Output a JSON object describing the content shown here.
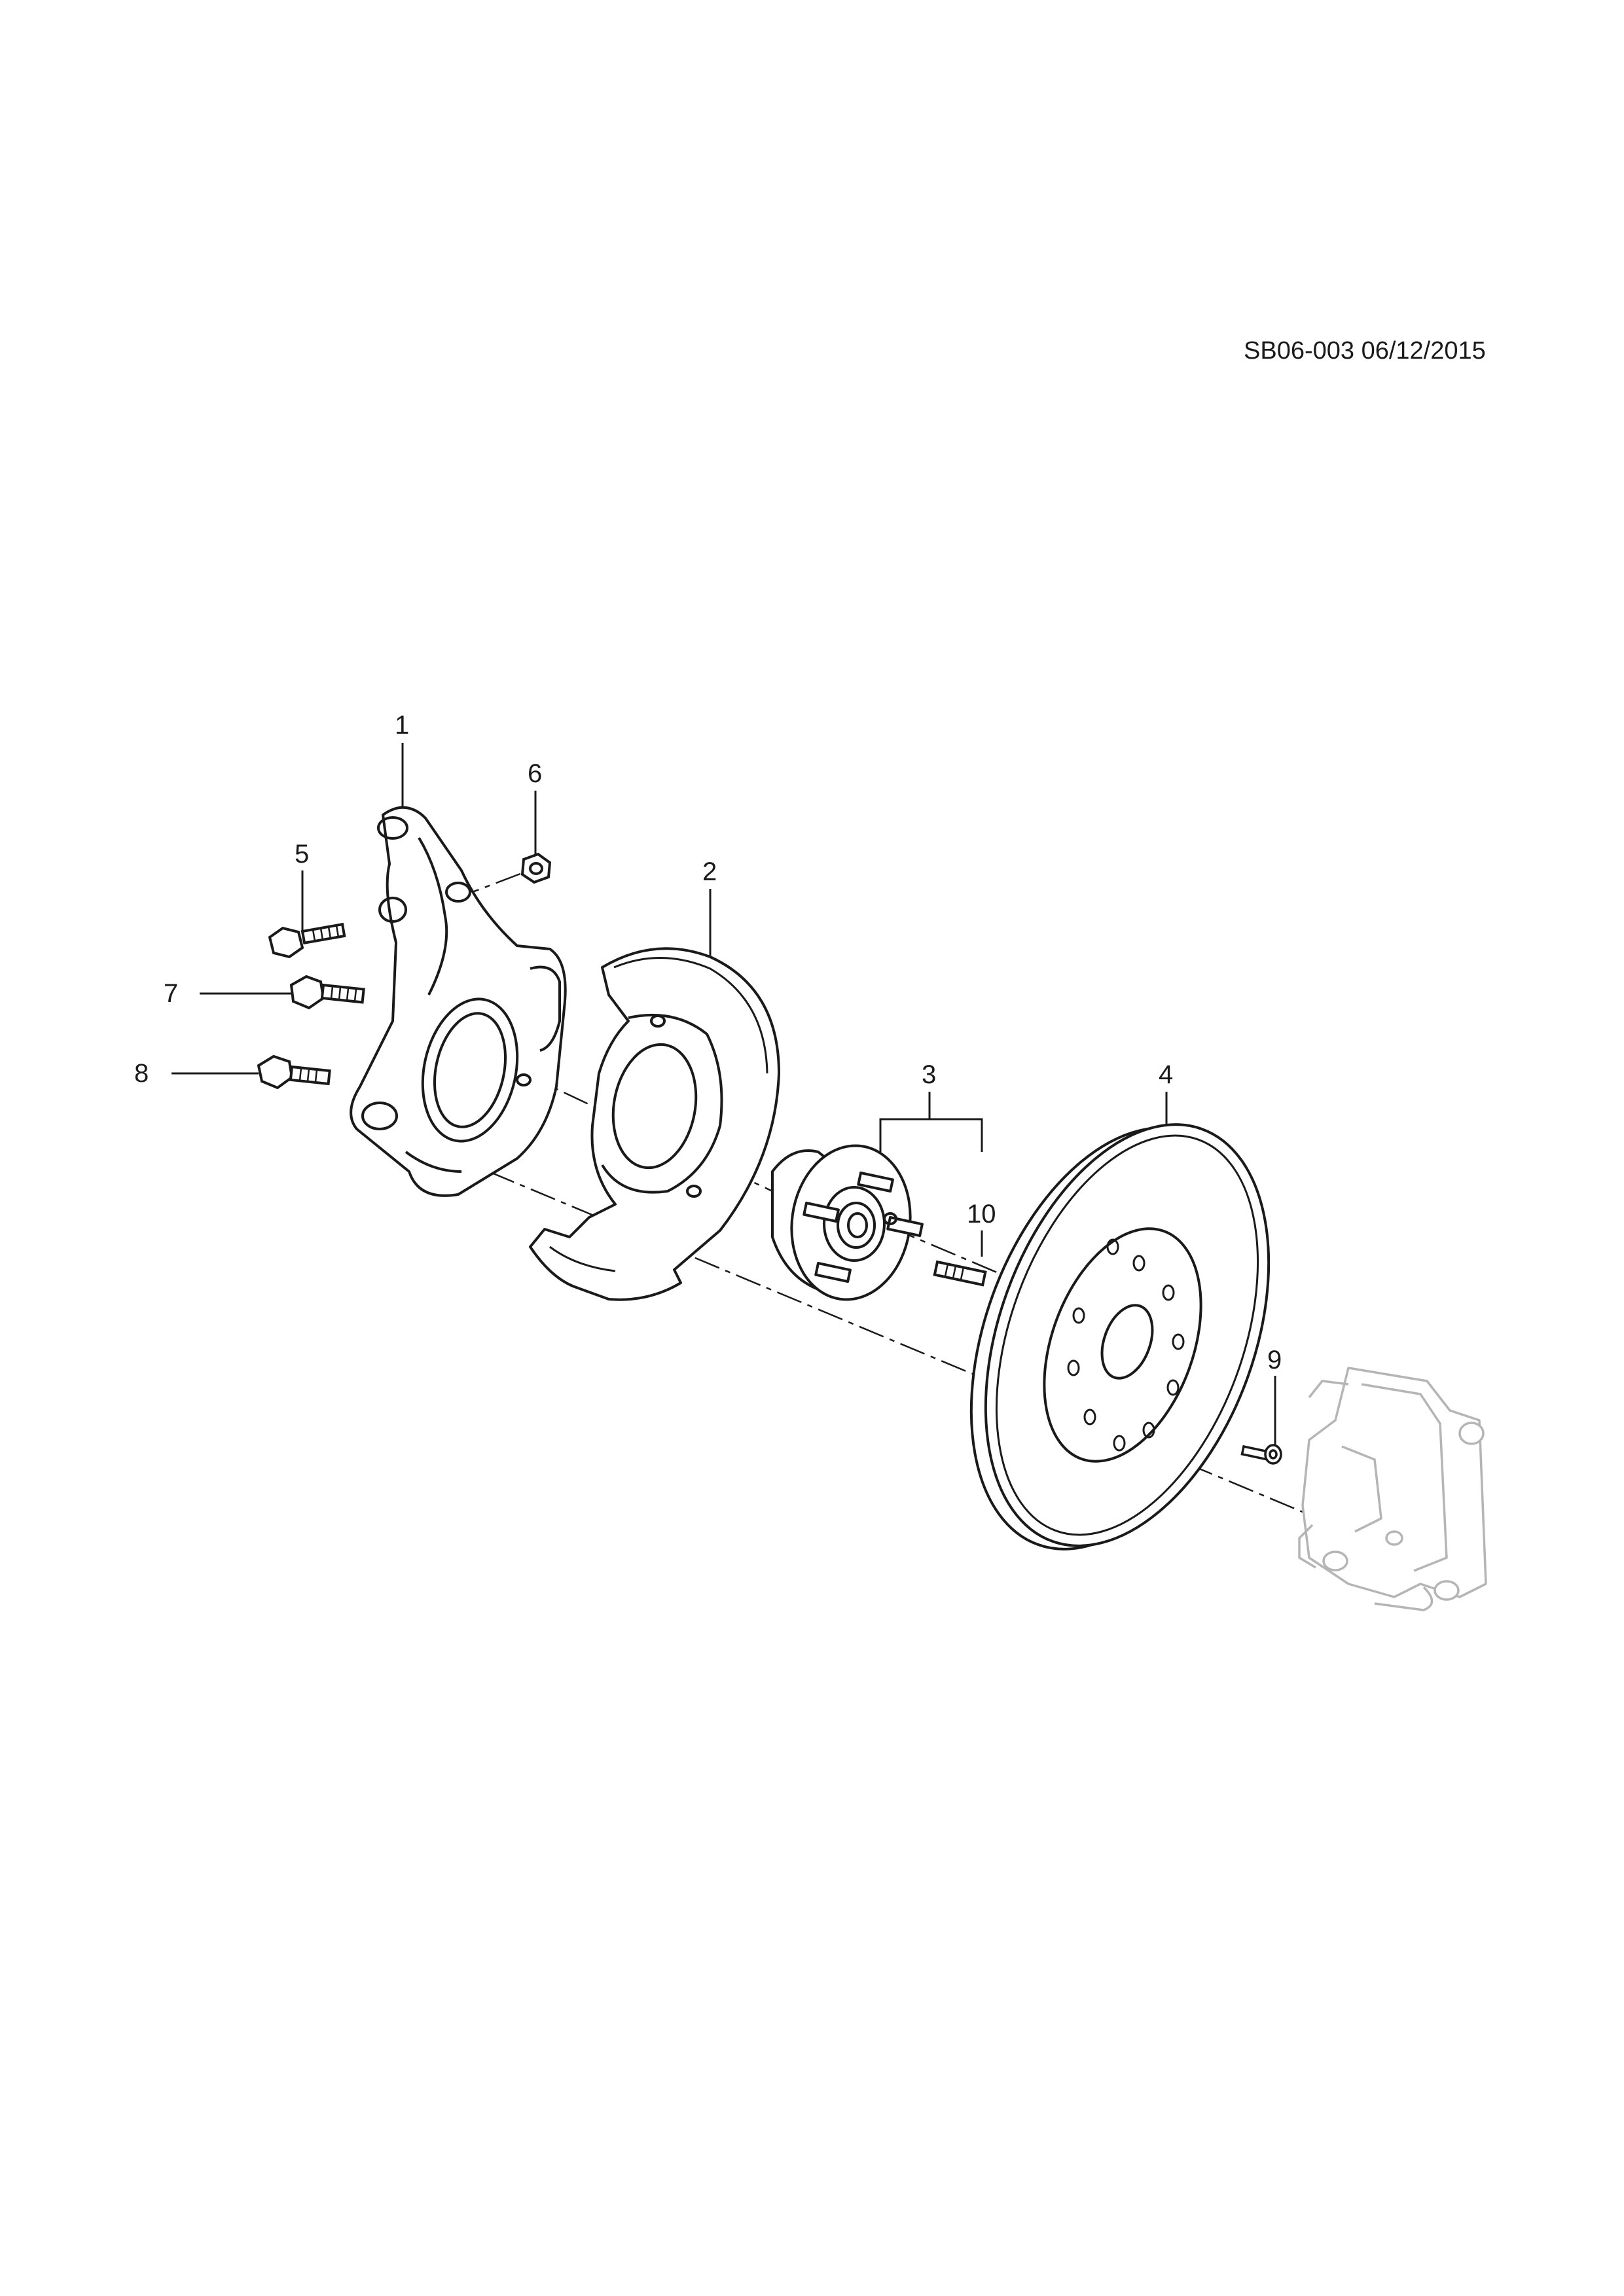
{
  "reference": "SB06-003 06/12/2015",
  "callouts": {
    "knuckle": "1",
    "splash_shield": "2",
    "hub_bearing": "3",
    "brake_disc": "4",
    "bolt_upper": "5",
    "nut": "6",
    "bolt_middle": "7",
    "bolt_lower": "8",
    "disc_screw": "9",
    "wheel_stud": "10"
  },
  "colors": {
    "line": "#1a1a1a",
    "ghost_line": "#b5b5b5"
  }
}
